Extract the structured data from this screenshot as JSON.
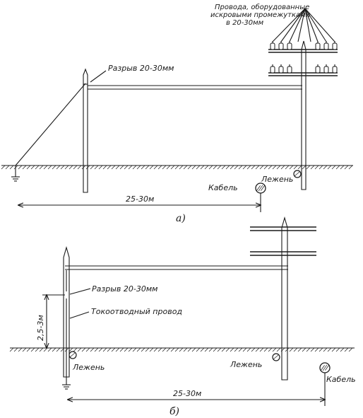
{
  "diagram_a": {
    "note_spark_gaps": [
      "Провода, оборудованные",
      "искровыми промежутками",
      "в 20-30мм"
    ],
    "gap_label": "Разрыв 20-30мм",
    "cable_label": "Кабель",
    "lezhen_label": "Лежень",
    "distance_label": "25-30м",
    "caption": "а)"
  },
  "diagram_b": {
    "gap_label": "Разрыв 20-30мм",
    "downlead_label": "Токоотводный провод",
    "height_label": "2,5-3м",
    "lezhen_left_label": "Лежень",
    "lezhen_right_label": "Лежень",
    "cable_label": "Кабель",
    "distance_label": "25-30м",
    "caption": "б)"
  }
}
